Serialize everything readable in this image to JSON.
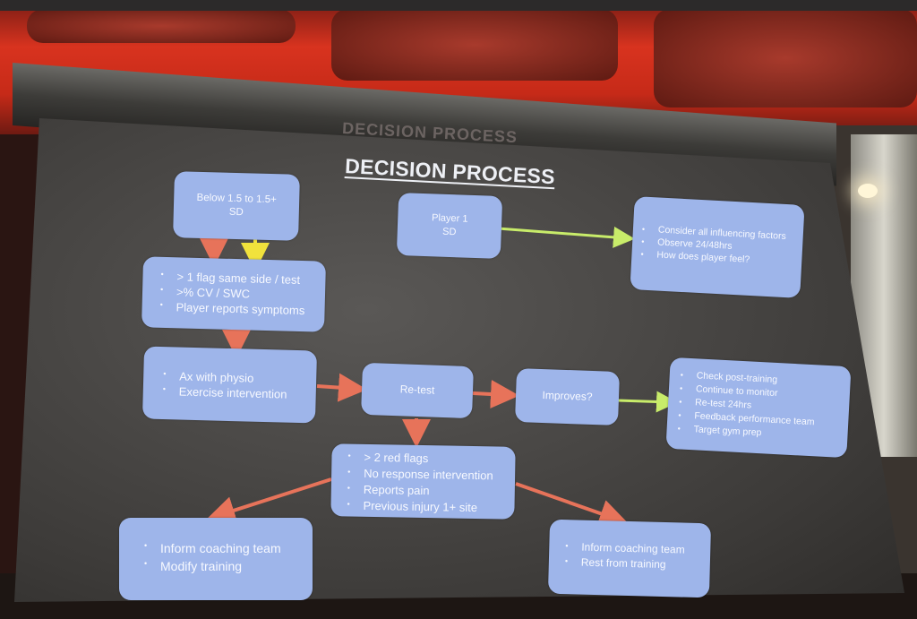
{
  "slide": {
    "title": "DECISION PROCESS",
    "boxes": {
      "below": "Below 1.5 to 1.5+ SD",
      "player": "Player 1 SD",
      "consider": [
        "Consider all influencing factors",
        "Observe 24/48hrs",
        "How does player feel?"
      ],
      "flags": [
        "> 1 flag  same side / test",
        ">% CV / SWC",
        "Player reports symptoms"
      ],
      "ax": [
        "Ax with physio",
        "Exercise intervention"
      ],
      "retest": "Re-test",
      "improves": "Improves?",
      "check": [
        "Check post-training",
        "Continue to monitor",
        "Re-test 24hrs",
        "Feedback performance team",
        "Target gym prep"
      ],
      "redflags": [
        "> 2 red flags",
        "No response intervention",
        "Reports pain",
        "Previous injury 1+ site"
      ],
      "inform_left": [
        "Inform coaching team",
        "Modify training"
      ],
      "inform_right": [
        "Inform coaching team",
        "Rest from training"
      ]
    },
    "colors": {
      "box": "#9eb5ea",
      "arrow_red": "#e7735a",
      "arrow_yellow": "#f1e23c",
      "arrow_green": "#c8ec6a",
      "ceiling": "#d8331f"
    }
  }
}
